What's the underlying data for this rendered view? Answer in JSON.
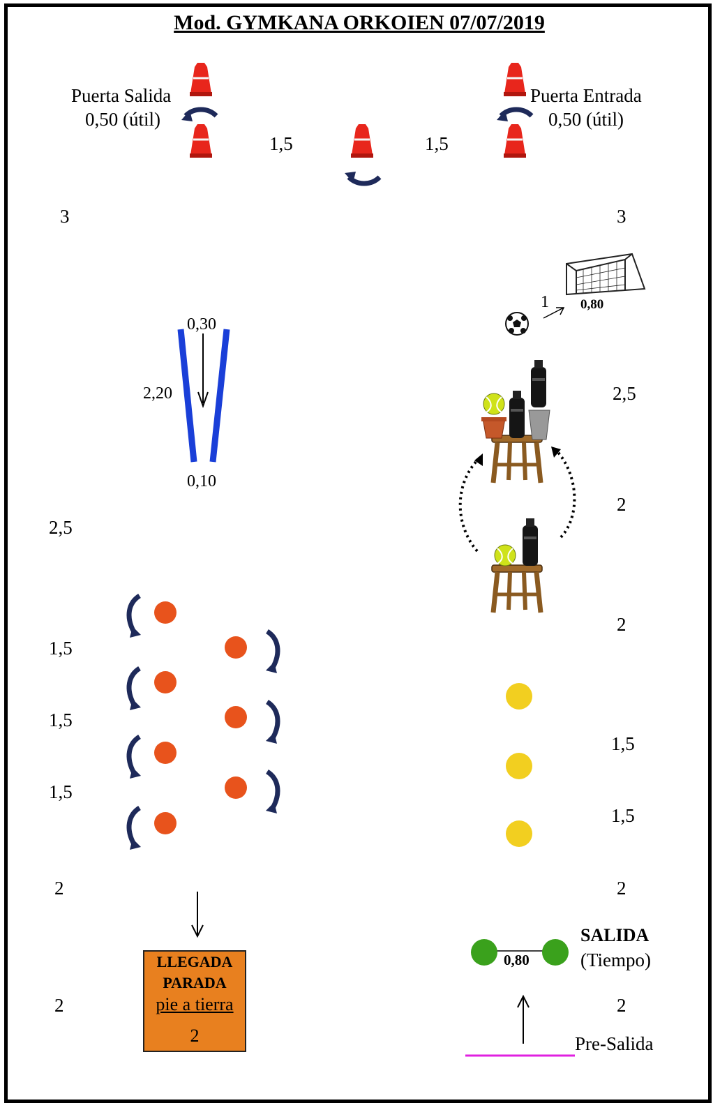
{
  "title": "Mod. GYMKANA ORKOIEN 07/07/2019",
  "gates": {
    "exit_label": "Puerta Salida",
    "exit_width": "0,50 (útil)",
    "entry_label": "Puerta Entrada",
    "entry_width": "0,50 (útil)",
    "gap_left": "1,5",
    "gap_right": "1,5"
  },
  "left_distances": [
    "3",
    "2,5",
    "1,5",
    "1,5",
    "1,5",
    "2",
    "2"
  ],
  "right_distances": [
    "3",
    "2,5",
    "2",
    "2",
    "1,5",
    "1,5",
    "2",
    "2"
  ],
  "corridor": {
    "top_width": "0,30",
    "length": "2,20",
    "bottom_width": "0,10"
  },
  "goal": {
    "distance": "1",
    "width": "0,80"
  },
  "start": {
    "gate_width": "0,80",
    "label": "SALIDA",
    "sublabel": "(Tiempo)",
    "pre_label": "Pre-Salida"
  },
  "finish": {
    "line1": "LLEGADA",
    "line2": "PARADA",
    "line3": "pie a tierra",
    "size": "2"
  },
  "colors": {
    "cone": "#e8261c",
    "corridor": "#1a3fd8",
    "orange_ball": "#e8531c",
    "yellow_ball": "#f2cf20",
    "green_ball": "#3aa11c",
    "finish_box": "#e8801f",
    "pre_start_line": "#e020e0",
    "turn_arrow": "#1e2a5a"
  }
}
